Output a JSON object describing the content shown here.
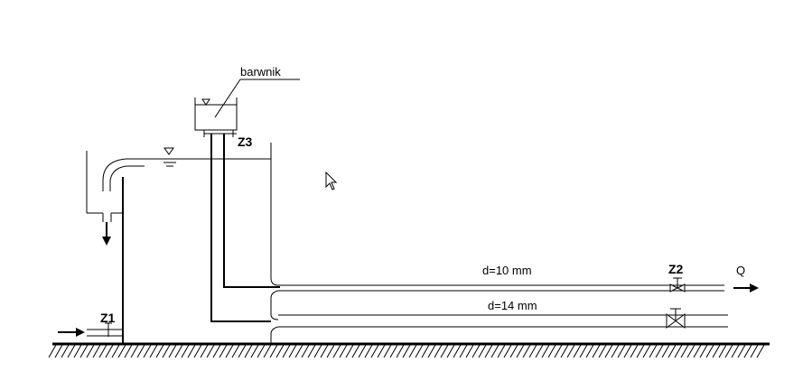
{
  "diagram": {
    "labels": {
      "dye": "barwnik",
      "valve_z1": "Z1",
      "valve_z2": "Z2",
      "valve_z3": "Z3",
      "pipe_upper": "d=10 mm",
      "pipe_lower": "d=14 mm",
      "flow": "Q"
    },
    "icons": [
      "cursor-icon",
      "water-level-icon",
      "arrow-icon",
      "valve-icon",
      "hatching-ground"
    ],
    "colors": {
      "line": "#000000",
      "background": "#ffffff"
    }
  }
}
